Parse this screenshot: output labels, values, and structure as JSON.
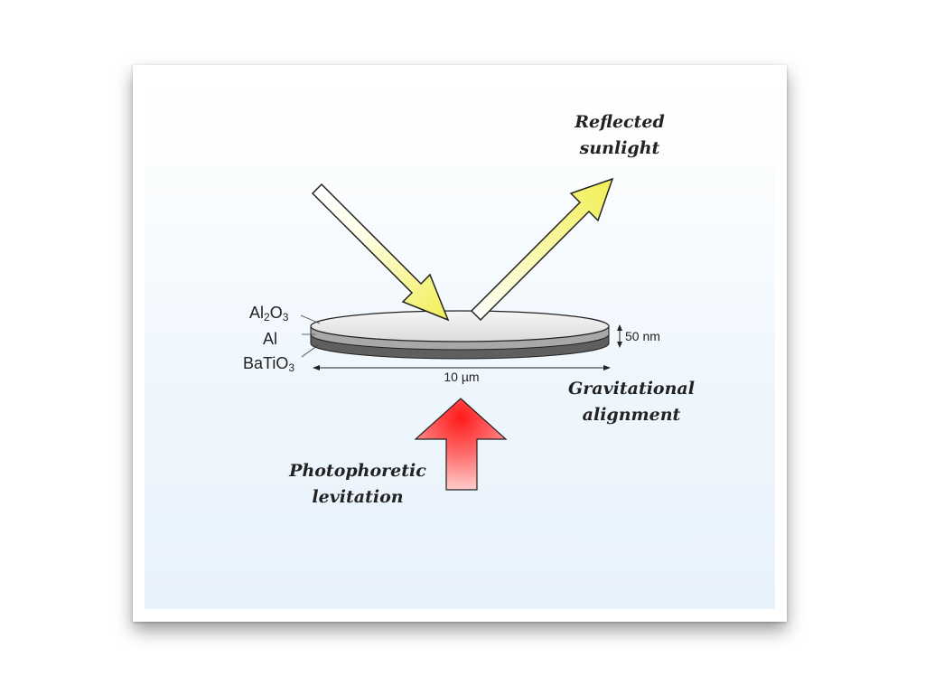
{
  "labels": {
    "reflected_line1": "Reflected",
    "reflected_line2": "sunlight",
    "gravitational_line1": "Gravitational",
    "gravitational_line2": "alignment",
    "photophoretic_line1": "Photophoretic",
    "photophoretic_line2": "levitation"
  },
  "layers": {
    "top_base": "Al",
    "top_sub": "2",
    "top_mid": "O",
    "top_sub2": "3",
    "middle": "Al",
    "bottom_base": "BaTiO",
    "bottom_sub": "3"
  },
  "dimensions": {
    "thickness": "50 nm",
    "width": "10 µm"
  },
  "colors": {
    "sunlight_arrow": "#f5f26a",
    "levitation_arrow": "#ff2b2b",
    "disk_top": "#e8e8e8",
    "disk_mid": "#9a9a9a",
    "disk_bottom": "#6a6a6a"
  }
}
